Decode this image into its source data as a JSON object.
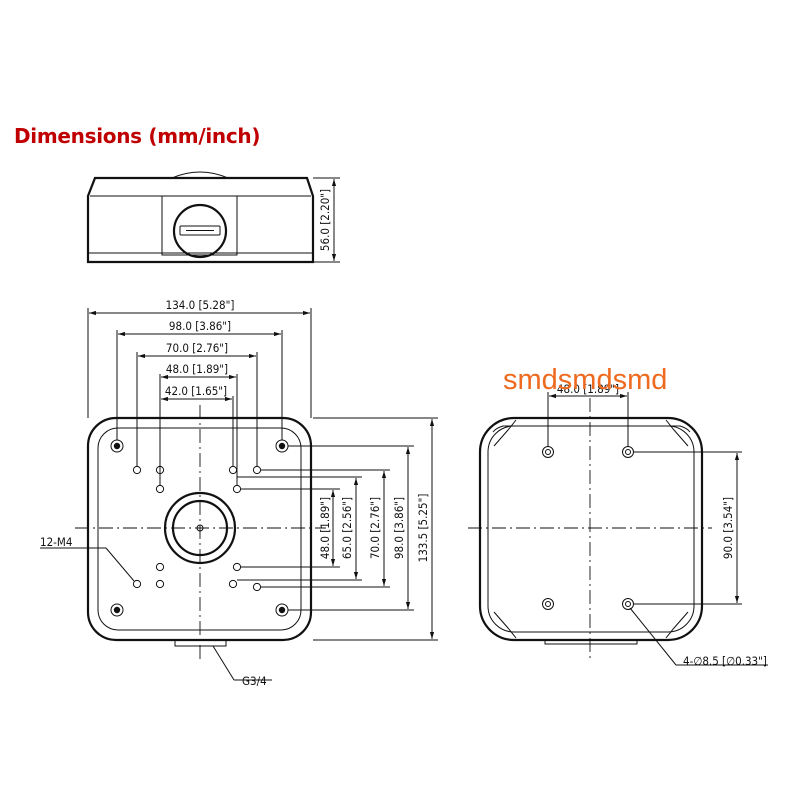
{
  "title": "Dimensions (mm/inch)",
  "watermark": "smdsmdsmd",
  "side_view": {
    "height": "56.0 [2.20\"]"
  },
  "bottom_view": {
    "width_134": "134.0 [5.28\"]",
    "width_98": "98.0 [3.86\"]",
    "width_70": "70.0 [2.76\"]",
    "width_48": "48.0 [1.89\"]",
    "width_42": "42.0 [1.65\"]",
    "height_48": "48.0 [1.89\"]",
    "height_65": "65.0 [2.56\"]",
    "height_70": "70.0 [2.76\"]",
    "height_98": "98.0 [3.86\"]",
    "height_133": "133.5 [5.25\"]",
    "screw_label": "12-M4",
    "conduit_label": "G3/4"
  },
  "top_view": {
    "width_48": "48.0 [1.89\"]",
    "height_90": "90.0 [3.54\"]",
    "hole_label": "4-∅8.5 [∅0.33\"]"
  }
}
